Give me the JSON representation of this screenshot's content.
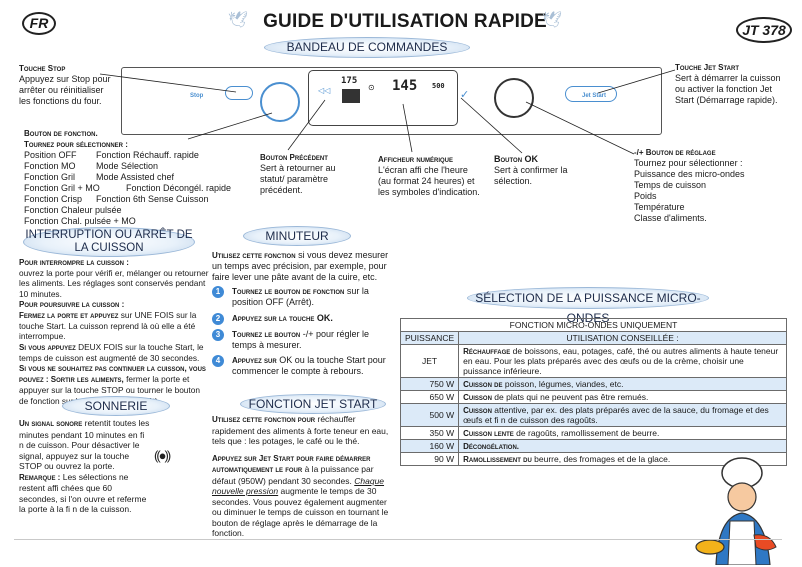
{
  "header": {
    "lang_badge": "FR",
    "title": "GUIDE D'UTILISATION RAPIDE",
    "model_badge": "JT 378",
    "bandeau": "BANDEAU DE COMMANDES"
  },
  "panel": {
    "stop_label": "Stop",
    "jetstart_label": "Jet Start",
    "display_left": "175",
    "display_right": "145",
    "display_tail": "500"
  },
  "callouts": {
    "stop": {
      "title": "Touche Stop",
      "text": "Appuyez sur Stop pour arrêter ou réinitialiser les fonctions du four."
    },
    "jetstart": {
      "title": "Touche Jet Start",
      "text": "Sert à démarrer la cuisson ou activer la fonction Jet Start (Démarrage rapide)."
    },
    "fonction": {
      "title": "Bouton de fonction.",
      "subtitle": "Tournez pour sélectionner :",
      "col1": [
        "Position OFF",
        "Fonction MO",
        "Fonction Gril",
        "Fonction Gril + MO",
        "Fonction Crisp",
        "Fonction Chaleur pulsée",
        "Fonction Chal. pulsée + MO"
      ],
      "col2": [
        "Fonction Réchauff. rapide",
        "Mode Sélection",
        "Mode Assisted chef",
        "Fonction Décongél. rapide",
        "Fonction 6th Sense Cuisson"
      ]
    },
    "precedent": {
      "title": "Bouton Précédent",
      "text": "Sert à retourner au statut/ paramètre précédent."
    },
    "afficheur": {
      "title": "Afficheur numérique",
      "text": "L'écran affi che l'heure (au format 24 heures) et les symboles d'indication."
    },
    "ok": {
      "title": "Bouton OK",
      "text": "Sert à confirmer la sélection."
    },
    "reglage": {
      "title": "-/+ Bouton de réglage",
      "subtitle": "Tournez pour sélectionner :",
      "items": [
        "Puissance des micro-ondes",
        "Temps de cuisson",
        "Poids",
        "Température",
        "Classe d'aliments."
      ]
    }
  },
  "interruption": {
    "title": "INTERRUPTION OU ARRÊT DE LA CUISSON",
    "p1_head": "Pour interrompre la cuisson :",
    "p1": "ouvrez la porte pour vérifi er, mélanger ou retourner les aliments. Les réglages sont conservés pendant 10 minutes.",
    "p2_head": "Pour poursuivre la cuisson :",
    "p2_lead": "Fermez la porte et appuyez",
    "p2": "sur UNE FOIS sur la touche Start. La cuisson reprend là où elle a été interrompue.",
    "p3_lead": "Si vous appuyez",
    "p3": "DEUX FOIS sur la touche Start, le temps de cuisson est augmenté de 30 secondes.",
    "p4_lead": "Si vous ne souhaitez pas continuer la cuisson, vous pouvez : Sortir les aliments,",
    "p4": "fermer la porte et appuyer sur la touche STOP ou tourner le bouton de fonction sur la position OFF (Arrêt)"
  },
  "sonnerie": {
    "title": "SONNERIE",
    "p1_lead": "Un signal sonore",
    "p1": "retentit toutes les minutes pendant 10 minutes en fi n de cuisson. Pour désactiver le signal, appuyez sur la touche STOP ou ouvrez la porte.",
    "p2_lead": "Remarque :",
    "p2": "Les sélections ne restent affi chées que 60 secondes, si l'on ouvre et referme la porte à la fi n de la cuisson."
  },
  "minuteur": {
    "title": "MINUTEUR",
    "intro_lead": "Utilisez cette fonction",
    "intro": "si vous devez mesurer un temps avec précision, par exemple, pour faire lever une pâte avant de la cuire, etc.",
    "steps": [
      {
        "n": "1",
        "lead": "Tournez le bouton de fonction",
        "text": "sur la position OFF (Arrêt)."
      },
      {
        "n": "2",
        "lead": "Appuyez sur la touche",
        "text": "OK."
      },
      {
        "n": "3",
        "lead": "Tournez le bouton",
        "text": "-/+ pour régler le temps à mesurer."
      },
      {
        "n": "4",
        "lead": "Appuyez sur",
        "text": "OK ou la touche Start pour commencer le compte à rebours."
      }
    ]
  },
  "jetstart": {
    "title": "FONCTION JET START",
    "p1_lead": "Utilisez cette fonction pour",
    "p1": "réchauffer rapidement des aliments à forte teneur en eau, tels que : les potages, le café ou le thé.",
    "p2_lead": "Appuyez sur Jet Start pour faire démarrer automatiquement le four",
    "p2": "à la puissance par défaut (950W) pendant 30 secondes.",
    "p2_ul": "Chaque nouvelle pression",
    "p2_end": "augmente le temps de 30 secondes. Vous pouvez également augmenter ou diminuer le temps de cuisson en tournant le bouton de réglage après le démarrage de la fonction."
  },
  "selection": {
    "title": "SÉLECTION DE LA PUISSANCE MICRO-ONDES",
    "table_title": "FONCTION MICRO-ONDES UNIQUEMENT",
    "col_power": "PUISSANCE",
    "col_use": "UTILISATION CONSEILLÉE :",
    "rows": [
      {
        "power": "JET",
        "lead": "Réchauffage",
        "text": "de boissons, eau, potages, café, thé ou autres aliments à haute teneur en eau. Pour les plats préparés avec des œufs ou de la crème, choisir une puissance inférieure."
      },
      {
        "power": "750 W",
        "lead": "Cuisson de",
        "text": "poisson, légumes, viandes, etc."
      },
      {
        "power": "650 W",
        "lead": "Cuisson",
        "text": "de plats qui ne peuvent pas être remués."
      },
      {
        "power": "500 W",
        "lead": "Cuisson",
        "text": "attentive, par ex. des plats préparés avec de la sauce, du fromage et des œufs et fi n de cuisson des ragoûts."
      },
      {
        "power": "350 W",
        "lead": "Cuisson lente",
        "text": "de ragoûts, ramollissement de beurre."
      },
      {
        "power": "160 W",
        "lead": "Décongélation.",
        "text": ""
      },
      {
        "power": "90 W",
        "lead": "Ramollissement du",
        "text": "beurre, des fromages et de la glace."
      }
    ]
  }
}
